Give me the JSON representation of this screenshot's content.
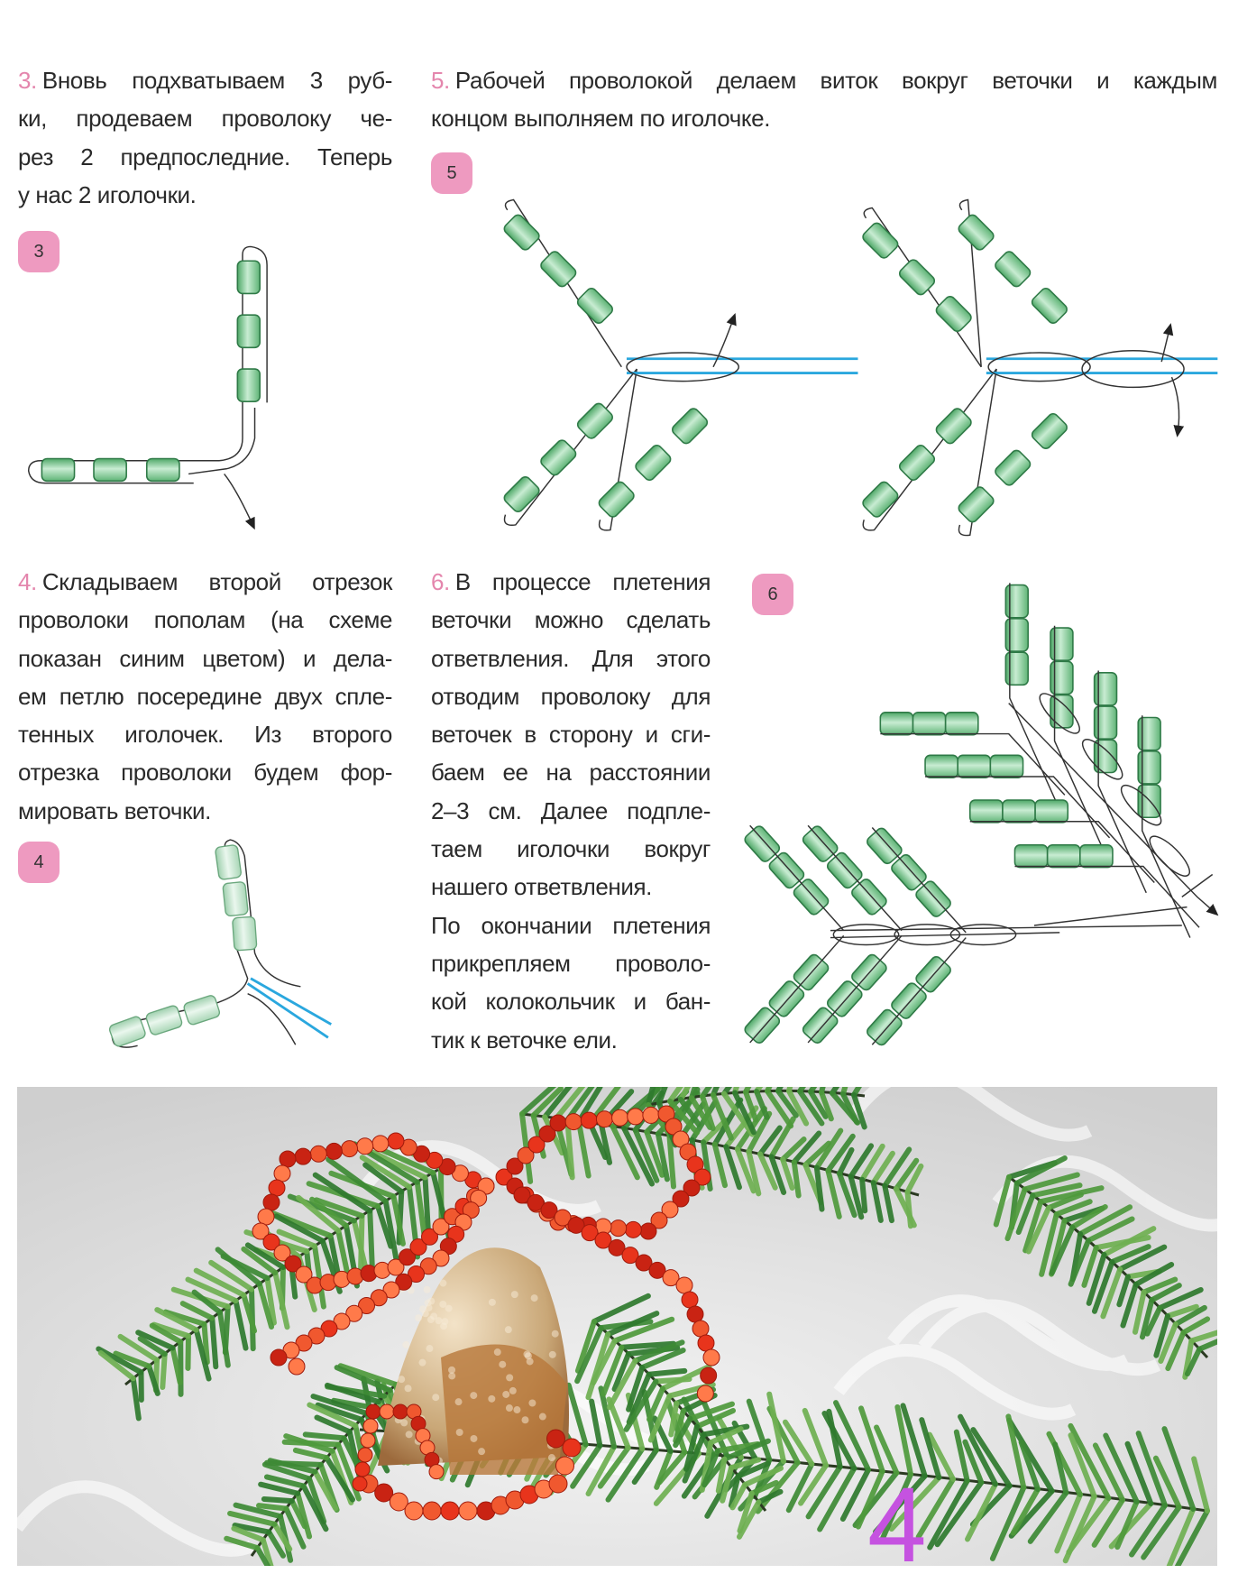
{
  "steps": [
    {
      "number": "3.",
      "badge": "3",
      "lines": [
        "Вновь подхватываем 3 руб-",
        "ки, продеваем проволоку че-",
        "рез 2 предпоследние. Теперь",
        "у нас 2 иголочки."
      ]
    },
    {
      "number": "5.",
      "badge": "5",
      "lines": [
        "Рабочей проволокой делаем виток вокруг веточки и каждым",
        "концом выполняем по иголочке."
      ]
    },
    {
      "number": "4.",
      "badge": "4",
      "lines": [
        "Складываем второй отрезок",
        "проволоки пополам (на схеме",
        "показан синим цветом) и дела-",
        "ем петлю посередине двух спле-",
        "тенных иголочек. Из второго",
        "отрезка проволоки будем фор-",
        "мировать веточки."
      ]
    },
    {
      "number": "6.",
      "badge": "6",
      "lines": [
        "В процессе плетения",
        "веточки можно сделать",
        "ответвления. Для этого",
        "отводим проволоку для",
        "веточек в сторону и сги-",
        "баем ее на расстоянии",
        "2–3 см. Далее подпле-",
        "таем иголочки вокруг",
        "нашего ответвления.",
        "По окончании плетения",
        "прикрепляем проволо-",
        "кой колокольчик и бан-",
        "тик к веточке ели."
      ]
    }
  ],
  "page_number": "4",
  "colors": {
    "accent_pink": "#e486ad",
    "badge_pink": "#ee9ac0",
    "bead_green": "#7cc58f",
    "wire_blue": "#2aa7de",
    "page_number": "#c552e0"
  }
}
